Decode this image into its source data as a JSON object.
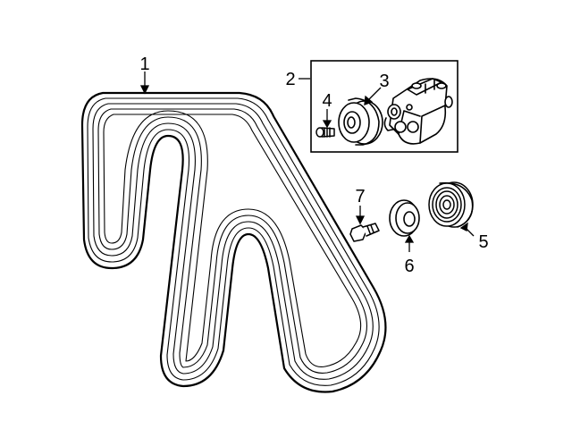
{
  "callouts": {
    "belt": "1",
    "tensioner_assembly": "2",
    "idler_pulley": "3",
    "pulley_bolt": "4",
    "pulley": "5",
    "washer": "6",
    "stud_bolt": "7"
  }
}
